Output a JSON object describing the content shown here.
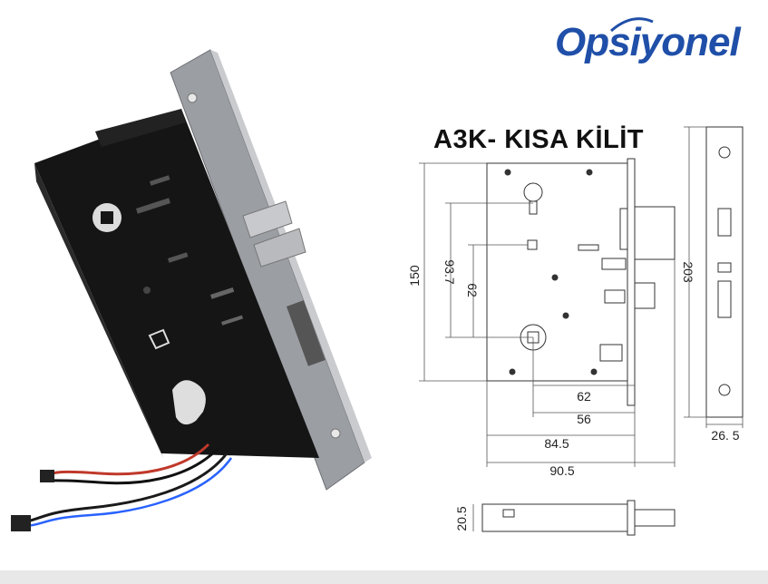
{
  "brand": {
    "name": "Opsiyonel"
  },
  "product": {
    "title": "A3K- KISA KİLİT"
  },
  "dimensions": {
    "height_total": "150",
    "height_mid": "93.7",
    "height_small": "62",
    "faceplate_height": "203",
    "width_62": "62",
    "width_56": "56",
    "width_84_5": "84.5",
    "width_90_5": "90.5",
    "faceplate_width": "26. 5",
    "side_thickness": "20.5"
  }
}
